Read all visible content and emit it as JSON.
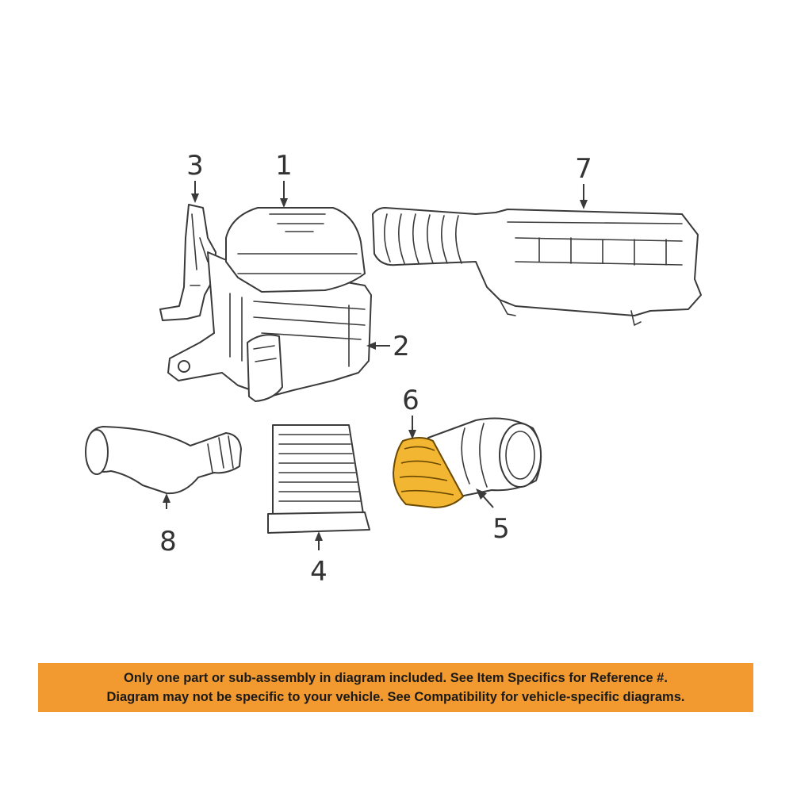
{
  "diagram": {
    "callouts": [
      {
        "id": "1",
        "label": "1",
        "part": "air cleaner housing cover"
      },
      {
        "id": "2",
        "label": "2",
        "part": "air cleaner housing body"
      },
      {
        "id": "3",
        "label": "3",
        "part": "housing mounting bracket"
      },
      {
        "id": "4",
        "label": "4",
        "part": "air filter element"
      },
      {
        "id": "5",
        "label": "5",
        "part": "air inlet hose"
      },
      {
        "id": "6",
        "label": "6",
        "part": "duct clamp / seal",
        "highlighted": true
      },
      {
        "id": "7",
        "label": "7",
        "part": "resonator assembly"
      },
      {
        "id": "8",
        "label": "8",
        "part": "outlet duct"
      }
    ],
    "highlight_color": "#f2b632"
  },
  "notice": {
    "line1": "Only one part or sub-assembly in diagram included. See Item Specifics for Reference #.",
    "line2": "Diagram may not be specific to your vehicle. See Compatibility for vehicle-specific diagrams.",
    "background": "#f29a30"
  }
}
